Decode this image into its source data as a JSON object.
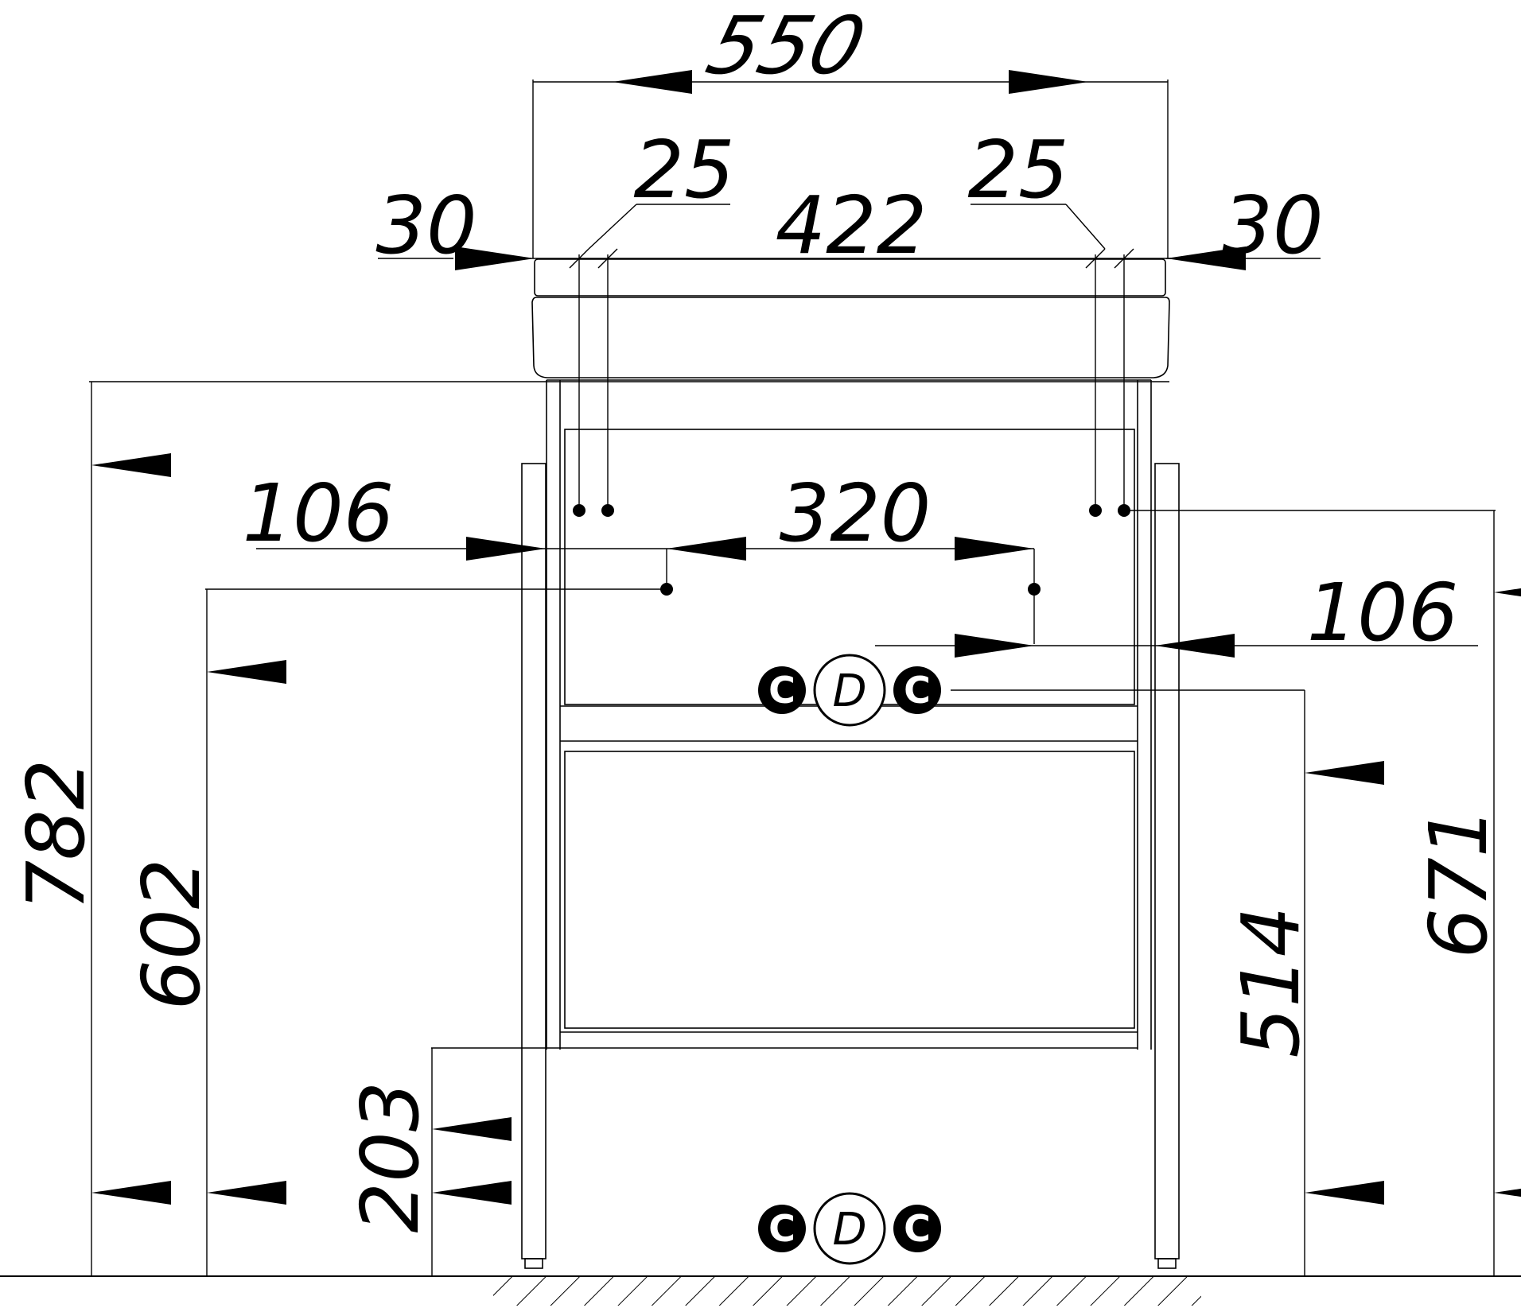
{
  "drawing": {
    "horizontal_dims": {
      "overall_width": "550",
      "left_margin": "30",
      "right_margin": "30",
      "left_offset": "25",
      "right_offset": "25",
      "inner_width": "422",
      "left_pipe_offset": "106",
      "pipe_spacing": "320",
      "right_pipe_offset": "106"
    },
    "vertical_dims": {
      "total_height": "782",
      "upper_pipe_height": "602",
      "lower_bar_height": "203",
      "connection_height": "514",
      "side_pipe_height": "671"
    },
    "connections": {
      "cold_label": "C",
      "drain_label": "D",
      "hot_label": "C"
    }
  }
}
